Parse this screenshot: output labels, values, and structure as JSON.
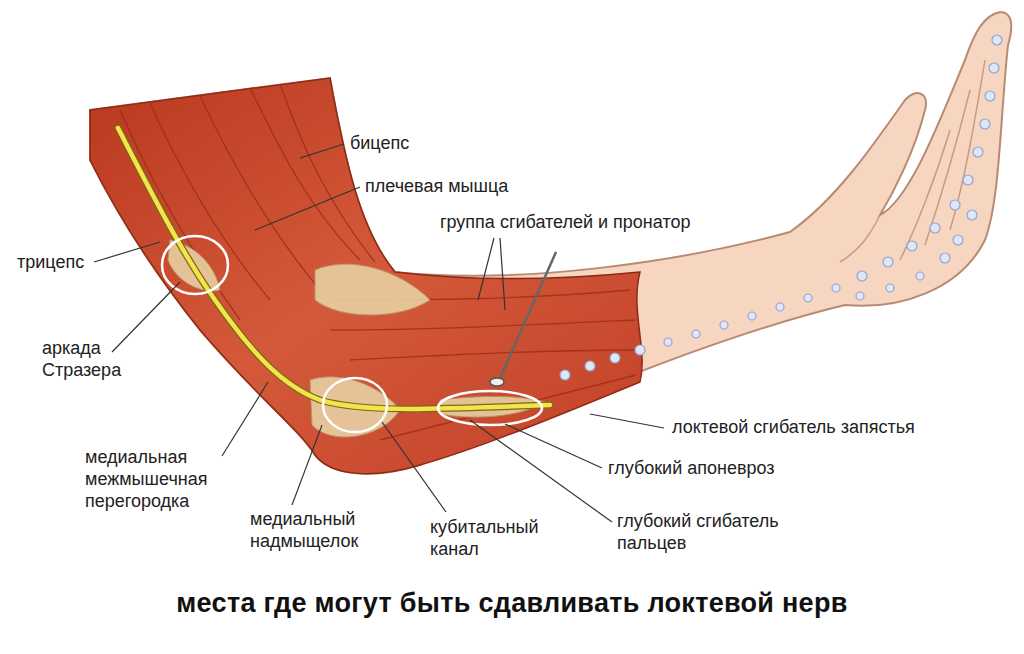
{
  "diagram": {
    "caption": "места где могут быть сдавливать локтевой нерв",
    "labels": [
      "бицепс",
      "плечевая мышца",
      "группа сгибателей и пронатор",
      "трицепс",
      "аркада Стразера",
      "медиальная межмышечная перегородка",
      "медиальный надмыщелок",
      "кубитальный канал",
      "локтевой сгибатель запястья",
      "глубокий апоневроз",
      "глубокий сгибатель пальцев"
    ]
  }
}
